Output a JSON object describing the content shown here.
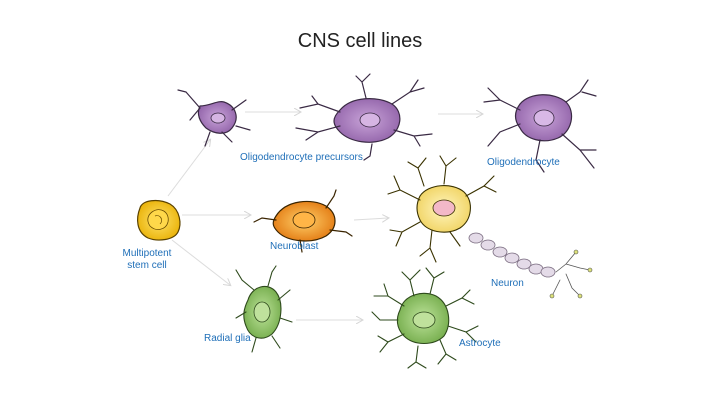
{
  "slide": {
    "title": "CNS cell lines"
  },
  "labels": {
    "stem_line1": "Multipotent",
    "stem_line2": "stem cell",
    "opc": "Oligodendrocyte precursors",
    "oligodendrocyte": "Oligodendrocyte",
    "neuroblast": "Neuroblast",
    "neuron": "Neuron",
    "radial_glia": "Radial glia",
    "astrocyte": "Astrocyte"
  },
  "colors": {
    "label_text": "#1f6fb8",
    "oligo_fill": "#a47ab8",
    "oligo_stroke": "#3a2a44",
    "neuroblast_fill": "#f39a1e",
    "neuron_fill": "#f6e07a",
    "stem_fill": "#f7c51e",
    "glia_fill": "#8dc060",
    "arrow": "#dcdcdc"
  }
}
